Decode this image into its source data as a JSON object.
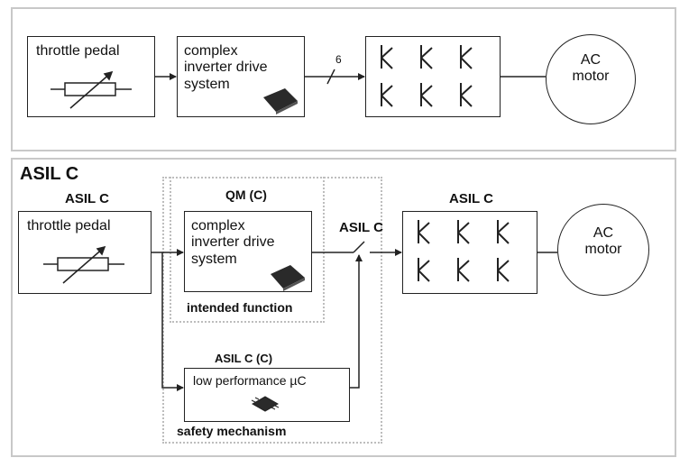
{
  "top": {
    "throttle_label": "throttle pedal",
    "inverter_label": "complex\ninverter drive\nsystem",
    "bus_width": "6",
    "motor_label": "AC\nmotor"
  },
  "bottom": {
    "title": "ASIL C",
    "throttle_asil": "ASIL C",
    "throttle_label": "throttle pedal",
    "qm_label": "QM (C)",
    "inverter_label": "complex\ninverter drive\nsystem",
    "intended_function": "intended function",
    "switch_label": "ASIL C",
    "bridge_asil": "ASIL C",
    "motor_label": "AC\nmotor",
    "safety_asil": "ASIL C (C)",
    "uc_label": "low performance µC",
    "safety_mechanism": "safety mechanism"
  },
  "colors": {
    "panel_border": "#c8c8c8",
    "chip": "#2a2a2a",
    "dotted": "#bdbdbd"
  }
}
